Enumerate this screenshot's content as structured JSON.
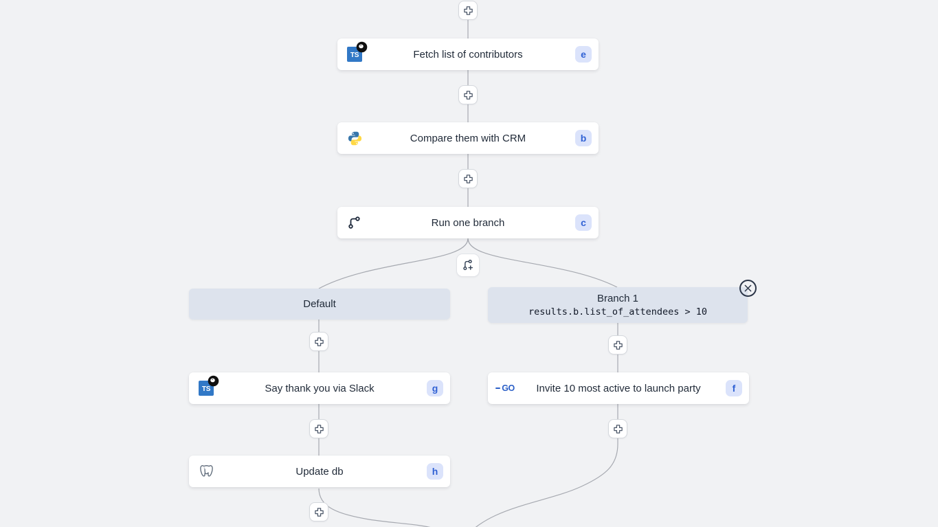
{
  "flow": {
    "nodes": [
      {
        "label": "Fetch list of contributors",
        "badge": "e",
        "icon": "typescript-deno"
      },
      {
        "label": "Compare them with CRM",
        "badge": "b",
        "icon": "python"
      },
      {
        "label": "Run one branch",
        "badge": "c",
        "icon": "git-branch"
      },
      {
        "label": "Say thank you via Slack",
        "badge": "g",
        "icon": "typescript-deno"
      },
      {
        "label": "Update db",
        "badge": "h",
        "icon": "postgresql"
      },
      {
        "label": "Invite 10 most active to launch party",
        "badge": "f",
        "icon": "go"
      }
    ],
    "branches": {
      "default": {
        "label": "Default"
      },
      "branch1": {
        "title": "Branch 1",
        "condition": "results.b.list_of_attendees > 10"
      }
    }
  },
  "colors": {
    "canvas_bg": "#f1f2f4",
    "node_bg": "#ffffff",
    "badge_bg": "#dbe3fb",
    "badge_text": "#3061d4",
    "branch_header_bg": "#dde3ed",
    "connector": "#a6a9b0",
    "typescript_blue": "#3178c6",
    "python_blue": "#3776ab",
    "python_yellow": "#ffd845",
    "go_blue": "#2b5fc7",
    "postgres_gray": "#5f6b7a"
  }
}
